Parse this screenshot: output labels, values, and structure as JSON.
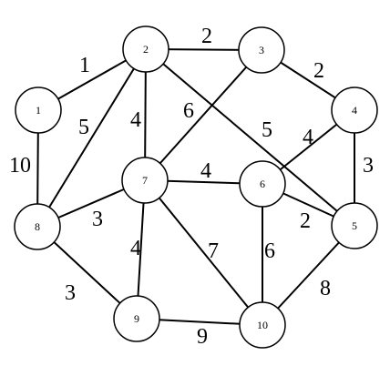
{
  "graph": {
    "nodes": [
      {
        "id": "1",
        "label": "1"
      },
      {
        "id": "2",
        "label": "2"
      },
      {
        "id": "3",
        "label": "3"
      },
      {
        "id": "4",
        "label": "4"
      },
      {
        "id": "5",
        "label": "5"
      },
      {
        "id": "6",
        "label": "6"
      },
      {
        "id": "7",
        "label": "7"
      },
      {
        "id": "8",
        "label": "8"
      },
      {
        "id": "9",
        "label": "9"
      },
      {
        "id": "10",
        "label": "10"
      }
    ],
    "edges": [
      {
        "from": "1",
        "to": "2",
        "weight": "1"
      },
      {
        "from": "1",
        "to": "8",
        "weight": "10"
      },
      {
        "from": "2",
        "to": "3",
        "weight": "2"
      },
      {
        "from": "2",
        "to": "7",
        "weight": "4"
      },
      {
        "from": "2",
        "to": "8",
        "weight": "5"
      },
      {
        "from": "2",
        "to": "5",
        "weight": "5"
      },
      {
        "from": "3",
        "to": "4",
        "weight": "2"
      },
      {
        "from": "3",
        "to": "7",
        "weight": "6"
      },
      {
        "from": "4",
        "to": "6",
        "weight": "4"
      },
      {
        "from": "4",
        "to": "5",
        "weight": "3"
      },
      {
        "from": "6",
        "to": "5",
        "weight": "2"
      },
      {
        "from": "7",
        "to": "6",
        "weight": "4"
      },
      {
        "from": "7",
        "to": "8",
        "weight": "3"
      },
      {
        "from": "7",
        "to": "9",
        "weight": "4"
      },
      {
        "from": "7",
        "to": "10",
        "weight": "7"
      },
      {
        "from": "6",
        "to": "10",
        "weight": "6"
      },
      {
        "from": "5",
        "to": "10",
        "weight": "8"
      },
      {
        "from": "8",
        "to": "9",
        "weight": "3"
      },
      {
        "from": "9",
        "to": "10",
        "weight": "9"
      }
    ]
  }
}
